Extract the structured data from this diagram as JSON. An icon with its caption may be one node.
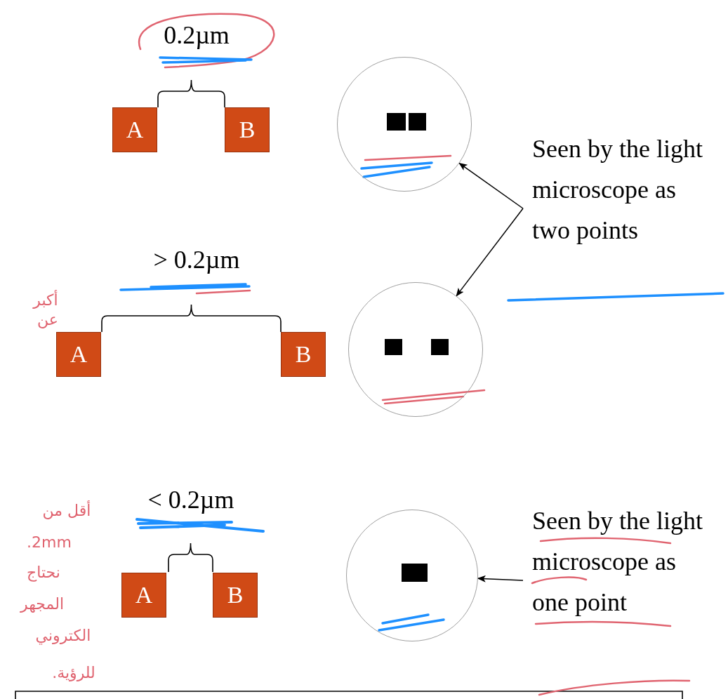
{
  "diagram": {
    "nodes": [
      {
        "text": [
          "A"
        ]
      },
      {
        "text": [
          "B"
        ]
      },
      {
        "text": [],
        "shape": "circle"
      },
      {
        "text": [
          "Seen by the light microscope as two points"
        ]
      },
      {
        "text": [
          "A"
        ]
      },
      {
        "text": [
          "B"
        ]
      },
      {
        "text": [],
        "shape": "circle"
      },
      {
        "text": [
          "A"
        ]
      },
      {
        "text": [
          "B"
        ]
      },
      {
        "text": [],
        "shape": "circle"
      },
      {
        "text": [
          "Seen by the light microscope as one point"
        ]
      }
    ],
    "edges": [
      {
        "from": 3,
        "to": 2,
        "arrow": "to"
      },
      {
        "from": 3,
        "to": 6,
        "arrow": "to"
      },
      {
        "from": 10,
        "to": 9,
        "arrow": "to"
      }
    ],
    "labels": [
      "0.2µm",
      "> 0.2µm",
      "أكبر",
      "عن",
      "< 0.2µm",
      "أقل من",
      ".2mm",
      "نحتاج",
      "المجهر",
      "الكتروني",
      "للرؤية."
    ]
  }
}
